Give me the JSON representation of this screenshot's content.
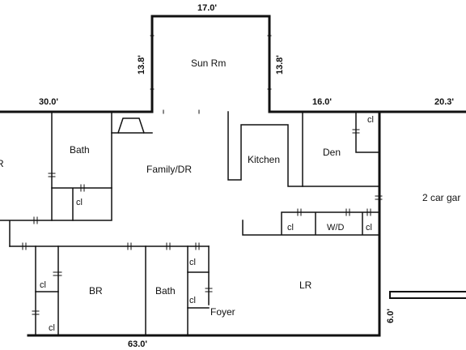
{
  "dimensions": {
    "sunroom_width": "17.0'",
    "sunroom_depth_left": "13.8'",
    "sunroom_depth_right": "13.8'",
    "top_left_width": "30.0'",
    "top_middle_width": "16.0'",
    "top_right_width": "20.3'",
    "bottom_width": "63.0'",
    "garage_offset": "6.0'"
  },
  "rooms": {
    "sun_room": "Sun Rm",
    "kitchen": "Kitchen",
    "den": "Den",
    "family_dr": "Family/DR",
    "bath_upper": "Bath",
    "bedroom_left_cut": "R",
    "garage": "2 car gar",
    "bedroom": "BR",
    "bath_lower": "Bath",
    "living_room": "LR",
    "foyer": "Foyer",
    "washer_dryer": "W/D"
  },
  "closets": {
    "den_closet": "cl",
    "bath_closet": "cl",
    "laundry_closet_left": "cl",
    "laundry_closet_right": "cl",
    "br_closet_upper": "cl",
    "br_closet_lower": "cl",
    "foyer_closet_upper": "cl",
    "foyer_closet_lower": "cl"
  }
}
